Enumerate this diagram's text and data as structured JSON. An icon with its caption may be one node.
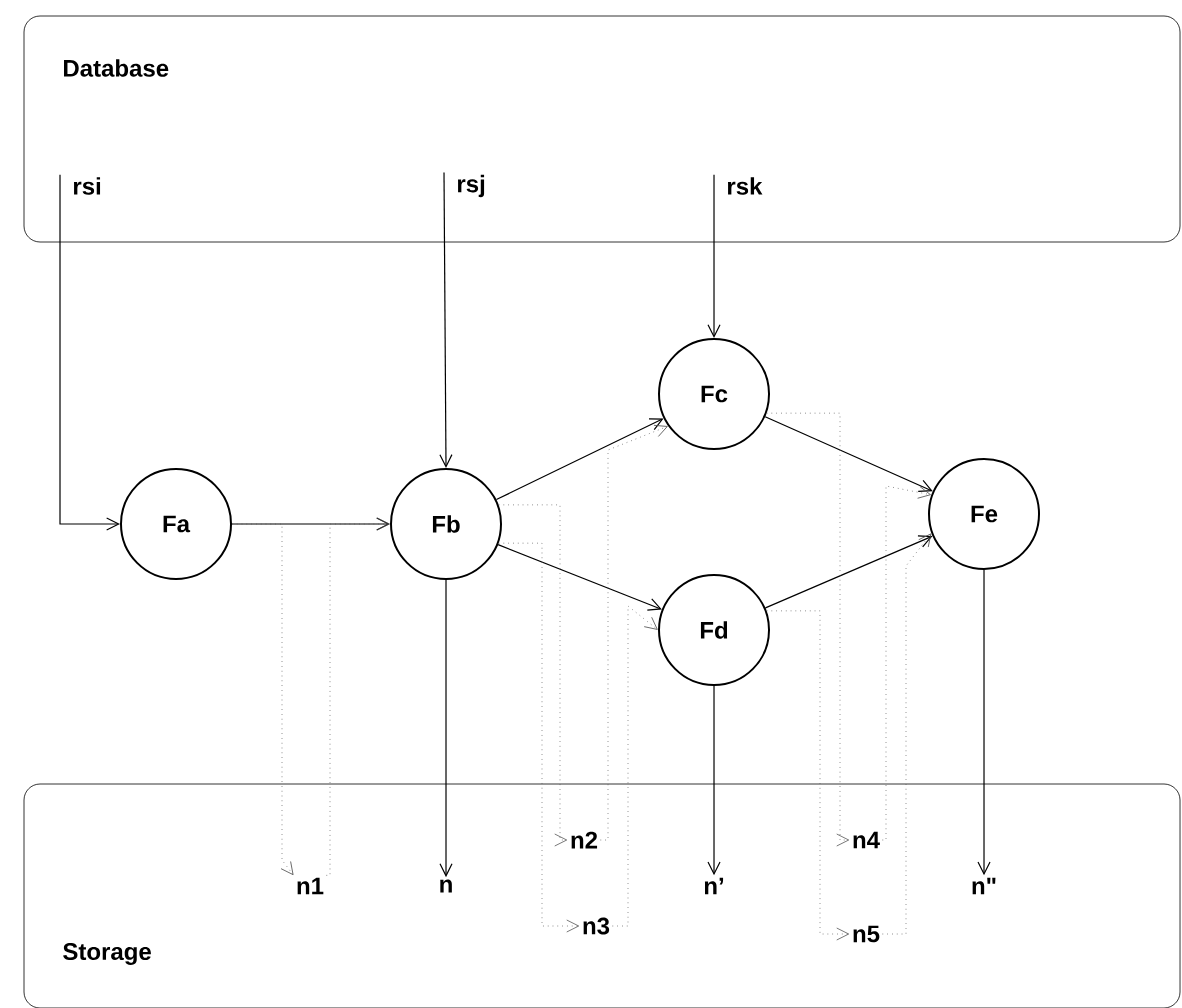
{
  "diagram": {
    "nodes": [
      {
        "text": [
          "Database"
        ]
      },
      {
        "text": [
          "rsi"
        ],
        "in": 0
      },
      {
        "text": [
          "rsj"
        ],
        "in": 0
      },
      {
        "text": [
          "rsk"
        ],
        "in": 0
      },
      {
        "text": [
          "Fa"
        ]
      },
      {
        "text": [
          "Fb"
        ]
      },
      {
        "text": [
          "Fc"
        ]
      },
      {
        "text": [
          "Fd"
        ]
      },
      {
        "text": [
          "Fe"
        ]
      },
      {
        "text": [
          "Storage"
        ]
      },
      {
        "text": [
          "n1"
        ],
        "in": 9
      },
      {
        "text": [
          "n"
        ],
        "in": 9
      },
      {
        "text": [
          "n2"
        ],
        "in": 9
      },
      {
        "text": [
          "n3"
        ],
        "in": 9
      },
      {
        "text": [
          "n’"
        ],
        "in": 9
      },
      {
        "text": [
          "n4"
        ],
        "in": 9
      },
      {
        "text": [
          "n5"
        ],
        "in": 9
      },
      {
        "text": [
          "n\""
        ],
        "in": 9
      }
    ],
    "edges": [
      {
        "from": 1,
        "to": 4,
        "arrow": "to"
      },
      {
        "from": 2,
        "to": 5,
        "arrow": "to"
      },
      {
        "from": 3,
        "to": 6,
        "arrow": "to"
      },
      {
        "from": 4,
        "to": 5,
        "arrow": "to"
      },
      {
        "from": 5,
        "to": 6,
        "arrow": "to"
      },
      {
        "from": 5,
        "to": 7,
        "arrow": "to"
      },
      {
        "from": 6,
        "to": 8,
        "arrow": "to"
      },
      {
        "from": 7,
        "to": 8,
        "arrow": "to"
      },
      {
        "from": 5,
        "to": 11,
        "arrow": "to"
      },
      {
        "from": 7,
        "to": 14,
        "arrow": "to"
      },
      {
        "from": 8,
        "to": 17,
        "arrow": "to"
      },
      {
        "from": 4,
        "to": 10,
        "arrow": "to",
        "style": "dashed",
        "color": "#555555"
      },
      {
        "from": 10,
        "to": 5,
        "arrow": "to",
        "style": "dashed",
        "color": "#555555"
      },
      {
        "from": 5,
        "to": 12,
        "arrow": "to",
        "style": "dashed",
        "color": "#555555"
      },
      {
        "from": 12,
        "to": 6,
        "arrow": "to",
        "style": "dashed",
        "color": "#555555"
      },
      {
        "from": 5,
        "to": 13,
        "arrow": "to",
        "style": "dashed",
        "color": "#555555"
      },
      {
        "from": 13,
        "to": 7,
        "arrow": "to",
        "style": "dashed",
        "color": "#555555"
      },
      {
        "from": 6,
        "to": 15,
        "arrow": "to",
        "style": "dashed",
        "color": "#555555"
      },
      {
        "from": 15,
        "to": 8,
        "arrow": "to",
        "style": "dashed",
        "color": "#555555"
      },
      {
        "from": 7,
        "to": 16,
        "arrow": "to",
        "style": "dashed",
        "color": "#555555"
      },
      {
        "from": 16,
        "to": 8,
        "arrow": "to",
        "style": "dashed",
        "color": "#555555"
      }
    ]
  }
}
